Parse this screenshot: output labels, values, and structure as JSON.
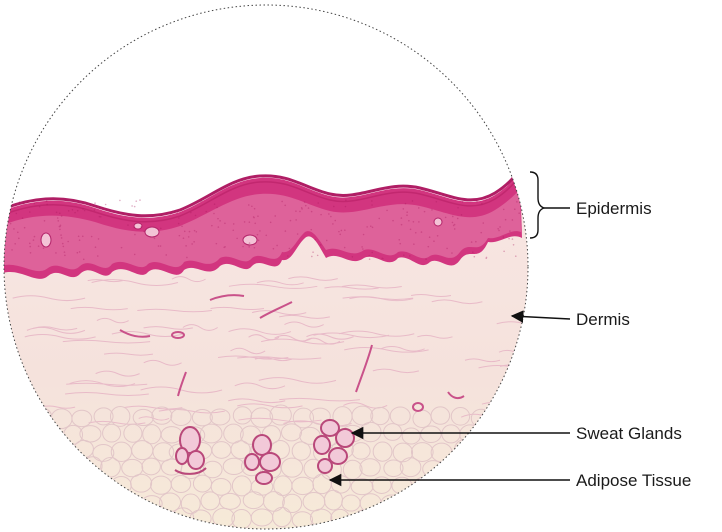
{
  "labels": {
    "epidermis": "Epidermis",
    "dermis": "Dermis",
    "sweat_glands": "Sweat Glands",
    "adipose_tissue": "Adipose Tissue"
  },
  "colors": {
    "epidermis_stain": "#d2347f",
    "epidermis_light": "#e57aa9",
    "dermis_base": "#f6e4e2",
    "dermis_fiber": "#e9b8c8",
    "adipose_base": "#f7ecda",
    "gland_stain": "#b9487a",
    "leader_line": "#111111"
  }
}
